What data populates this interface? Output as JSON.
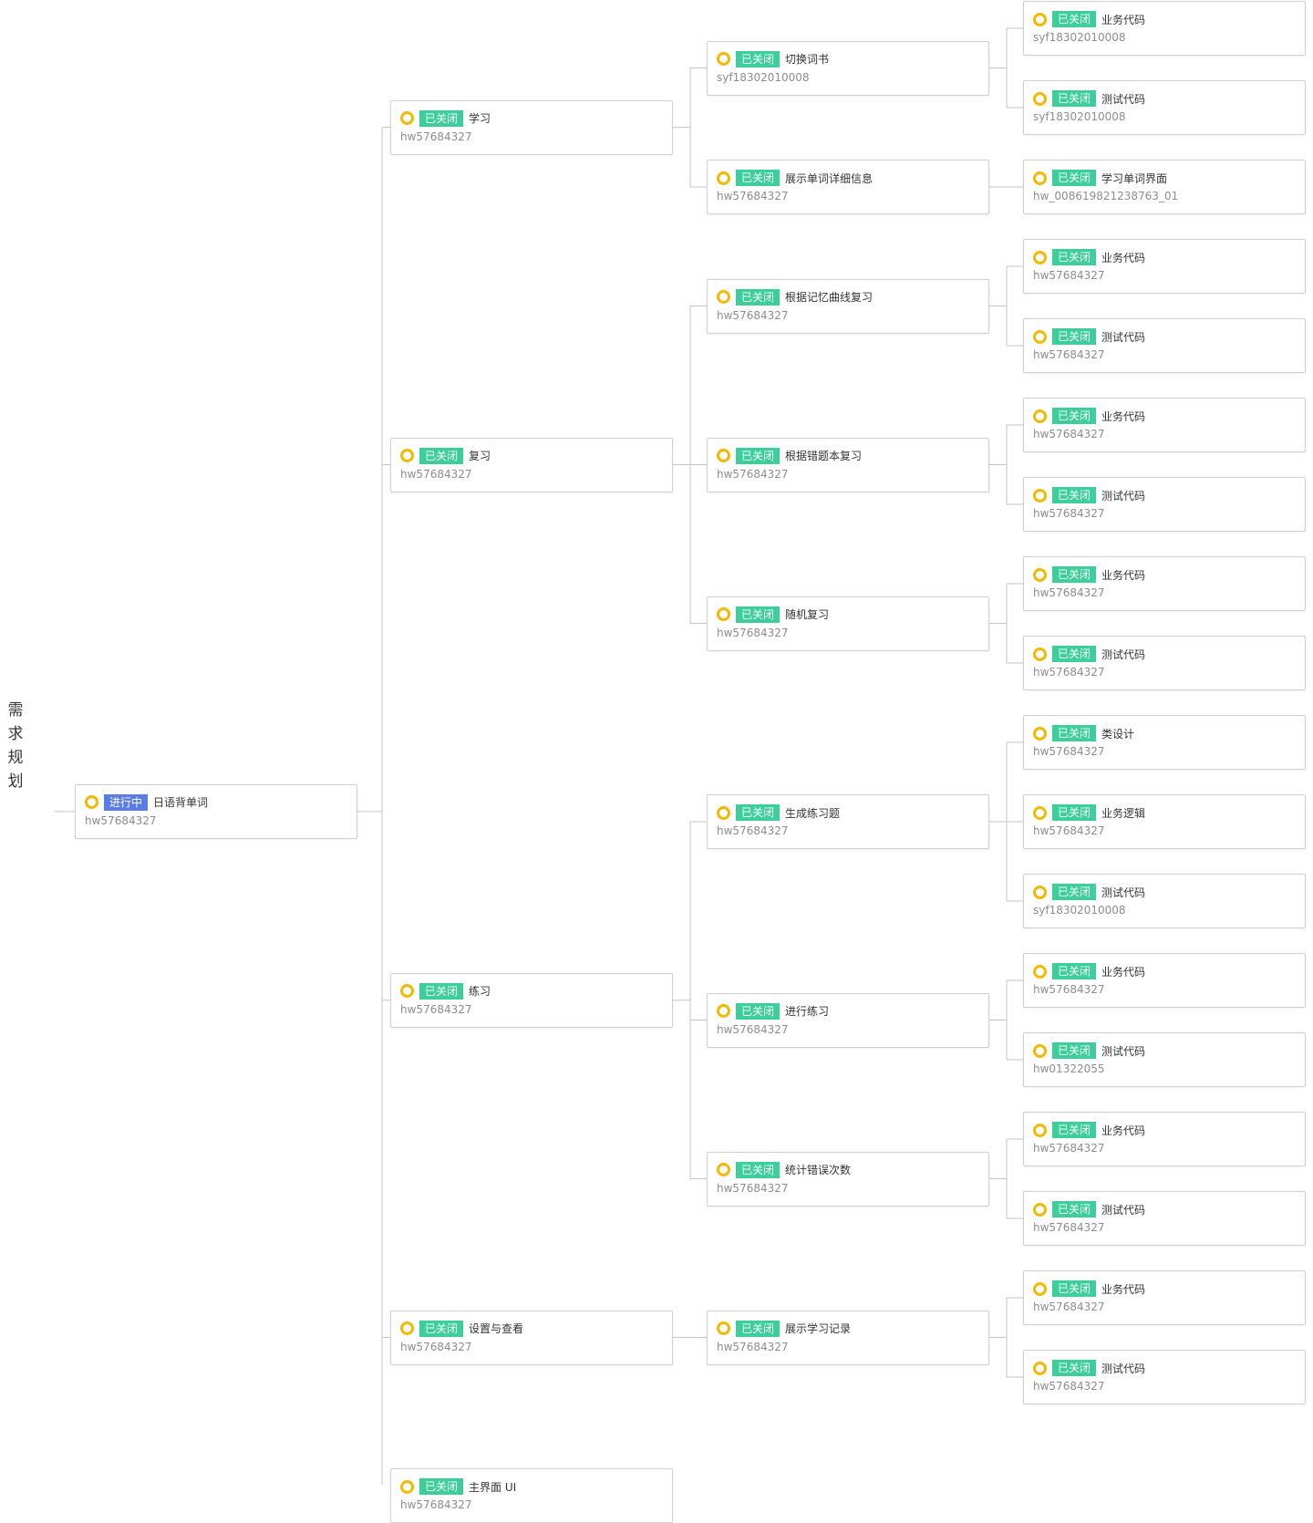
{
  "page": {
    "side_title": "需求规划"
  },
  "colors": {
    "closed_badge": "#3ccf9c",
    "in_progress_badge": "#5a7ce6",
    "status_circle": "#f5b800",
    "connector": "#c4c4c4"
  },
  "root": {
    "status": "进行中",
    "status_key": "in_progress",
    "title": "日语背单词",
    "owner": "hw57684327",
    "children": [
      {
        "status": "已关闭",
        "status_key": "closed",
        "title": "学习",
        "owner": "hw57684327",
        "children": [
          {
            "status": "已关闭",
            "status_key": "closed",
            "title": "切换词书",
            "owner": "syf18302010008",
            "children": [
              {
                "status": "已关闭",
                "status_key": "closed",
                "title": "业务代码",
                "owner": "syf18302010008"
              },
              {
                "status": "已关闭",
                "status_key": "closed",
                "title": "测试代码",
                "owner": "syf18302010008"
              }
            ]
          },
          {
            "status": "已关闭",
            "status_key": "closed",
            "title": "展示单词详细信息",
            "owner": "hw57684327",
            "children": [
              {
                "status": "已关闭",
                "status_key": "closed",
                "title": "学习单词界面",
                "owner": "hw_008619821238763_01"
              }
            ]
          }
        ]
      },
      {
        "status": "已关闭",
        "status_key": "closed",
        "title": "复习",
        "owner": "hw57684327",
        "children": [
          {
            "status": "已关闭",
            "status_key": "closed",
            "title": "根据记忆曲线复习",
            "owner": "hw57684327",
            "children": [
              {
                "status": "已关闭",
                "status_key": "closed",
                "title": "业务代码",
                "owner": "hw57684327"
              },
              {
                "status": "已关闭",
                "status_key": "closed",
                "title": "测试代码",
                "owner": "hw57684327"
              }
            ]
          },
          {
            "status": "已关闭",
            "status_key": "closed",
            "title": "根据错题本复习",
            "owner": "hw57684327",
            "children": [
              {
                "status": "已关闭",
                "status_key": "closed",
                "title": "业务代码",
                "owner": "hw57684327"
              },
              {
                "status": "已关闭",
                "status_key": "closed",
                "title": "测试代码",
                "owner": "hw57684327"
              }
            ]
          },
          {
            "status": "已关闭",
            "status_key": "closed",
            "title": "随机复习",
            "owner": "hw57684327",
            "children": [
              {
                "status": "已关闭",
                "status_key": "closed",
                "title": "业务代码",
                "owner": "hw57684327"
              },
              {
                "status": "已关闭",
                "status_key": "closed",
                "title": "测试代码",
                "owner": "hw57684327"
              }
            ]
          }
        ]
      },
      {
        "status": "已关闭",
        "status_key": "closed",
        "title": "练习",
        "owner": "hw57684327",
        "children": [
          {
            "status": "已关闭",
            "status_key": "closed",
            "title": "生成练习题",
            "owner": "hw57684327",
            "children": [
              {
                "status": "已关闭",
                "status_key": "closed",
                "title": "类设计",
                "owner": "hw57684327"
              },
              {
                "status": "已关闭",
                "status_key": "closed",
                "title": "业务逻辑",
                "owner": "hw57684327"
              },
              {
                "status": "已关闭",
                "status_key": "closed",
                "title": "测试代码",
                "owner": "syf18302010008"
              }
            ]
          },
          {
            "status": "已关闭",
            "status_key": "closed",
            "title": "进行练习",
            "owner": "hw57684327",
            "children": [
              {
                "status": "已关闭",
                "status_key": "closed",
                "title": "业务代码",
                "owner": "hw57684327"
              },
              {
                "status": "已关闭",
                "status_key": "closed",
                "title": "测试代码",
                "owner": "hw01322055"
              }
            ]
          },
          {
            "status": "已关闭",
            "status_key": "closed",
            "title": "统计错误次数",
            "owner": "hw57684327",
            "children": [
              {
                "status": "已关闭",
                "status_key": "closed",
                "title": "业务代码",
                "owner": "hw57684327"
              },
              {
                "status": "已关闭",
                "status_key": "closed",
                "title": "测试代码",
                "owner": "hw57684327"
              }
            ]
          }
        ]
      },
      {
        "status": "已关闭",
        "status_key": "closed",
        "title": "设置与查看",
        "owner": "hw57684327",
        "children": [
          {
            "status": "已关闭",
            "status_key": "closed",
            "title": "展示学习记录",
            "owner": "hw57684327",
            "children": [
              {
                "status": "已关闭",
                "status_key": "closed",
                "title": "业务代码",
                "owner": "hw57684327"
              },
              {
                "status": "已关闭",
                "status_key": "closed",
                "title": "测试代码",
                "owner": "hw57684327"
              }
            ]
          }
        ]
      },
      {
        "status": "已关闭",
        "status_key": "closed",
        "title": "主界面 UI",
        "owner": "hw57684327"
      }
    ]
  }
}
